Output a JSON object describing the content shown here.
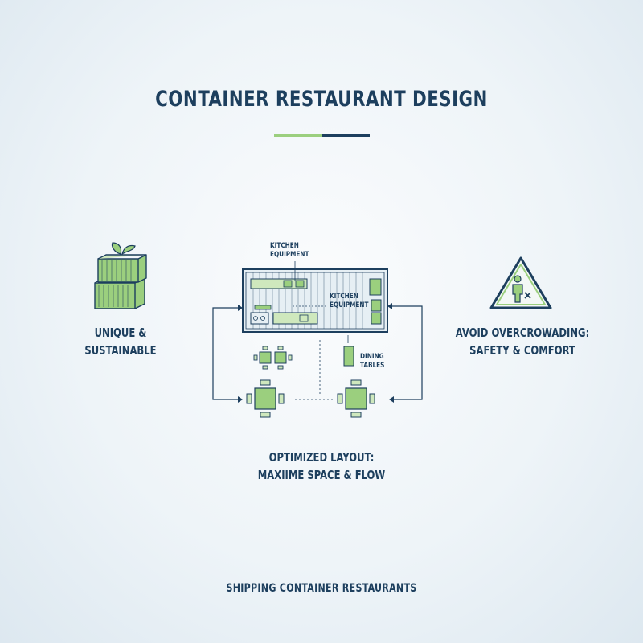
{
  "title": "CONTAINER RESTAURANT DESIGN",
  "colors": {
    "navy": "#1d3f5e",
    "green": "#9bcf7e",
    "light_green": "#cfe8bd"
  },
  "left_feature": {
    "label": "UNIQUE &\nSUSTAINABLE",
    "icon": "stacked-containers-leaf-icon"
  },
  "right_feature": {
    "label": "AVOID OVERCROWADING:\nSAFETY & COMFORT",
    "icon": "warning-person-icon"
  },
  "center": {
    "callouts": {
      "kitchen_equipment_top": "KITCHEN\nEQUIPMENT",
      "kitchen_equipment_inner": "KITCHEN\nEQUIPMENT",
      "dining_tables": "DINING\nTABLES"
    },
    "caption": "OPTIMIZED LAYOUT:\nMAXIIME SPACE & FLOW",
    "icon": "container-floorplan-icon"
  },
  "footer": "SHIPPING CONTAINER RESTAURANTS"
}
